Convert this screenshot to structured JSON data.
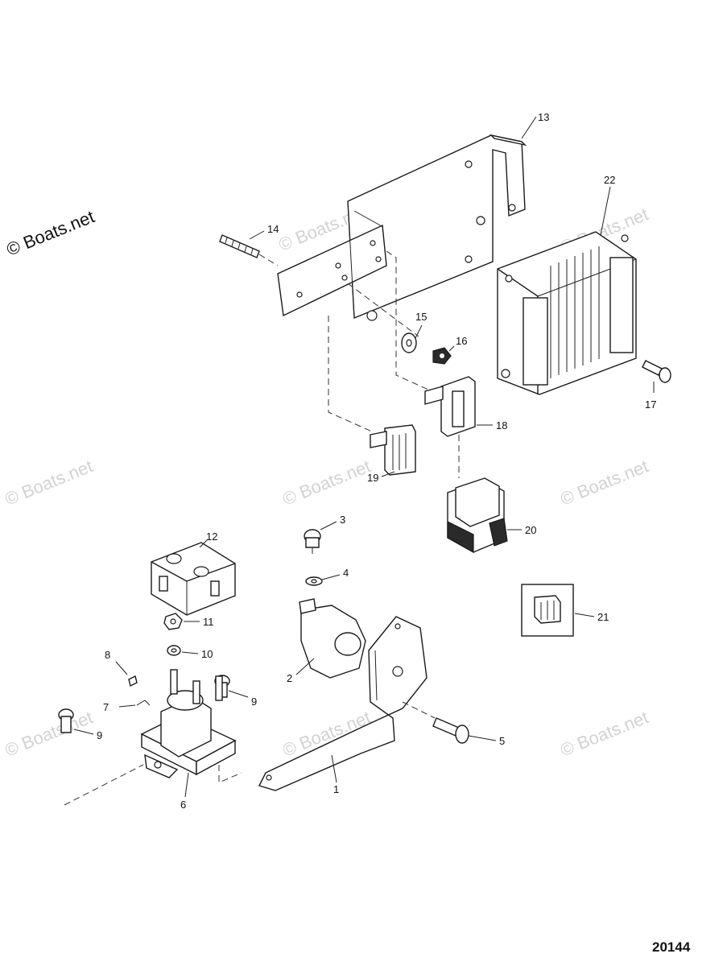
{
  "watermarks": {
    "primary": "© Boats.net",
    "faint": "© Boats.net"
  },
  "figure_number": "20144",
  "callouts": {
    "c1": "1",
    "c2": "2",
    "c3": "3",
    "c4": "4",
    "c5": "5",
    "c6": "6",
    "c7": "7",
    "c8": "8",
    "c9a": "9",
    "c9b": "9",
    "c10": "10",
    "c11": "11",
    "c12": "12",
    "c13": "13",
    "c14": "14",
    "c15": "15",
    "c16": "16",
    "c17": "17",
    "c18": "18",
    "c19": "19",
    "c20": "20",
    "c21": "21",
    "c22": "22"
  }
}
